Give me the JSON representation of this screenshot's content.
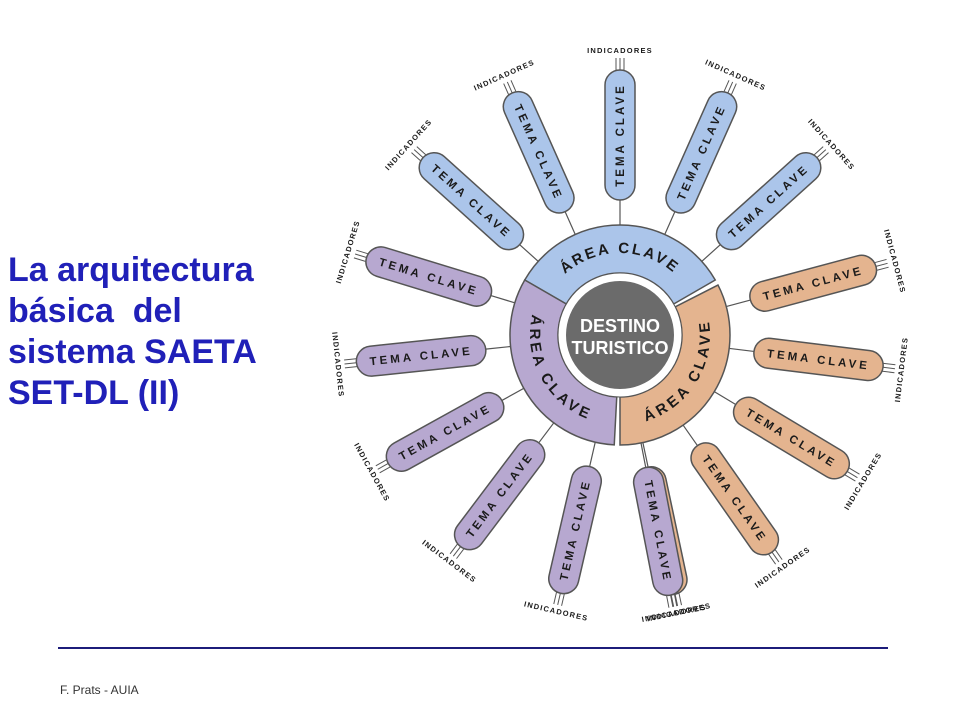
{
  "title_lines": [
    "La arquitectura",
    "básica  del",
    "sistema SAETA",
    "SET-DL (II)"
  ],
  "footer": "F. Prats - AUIA",
  "diagram": {
    "center_lines": [
      "DESTINO",
      "TURISTICO"
    ],
    "area_label": "ÁREA  CLAVE",
    "tema_label": "TEMA CLAVE",
    "indicator_label": "INDICADORES",
    "colors": {
      "blue_fill": "#abc5ea",
      "purple_fill": "#b7a8d0",
      "tan_fill": "#e4b48f",
      "center_fill": "#6b6b6b",
      "center_ring": "#ffffff",
      "stroke": "#555555",
      "text": "#1a1a1a",
      "title_color": "#2020b8"
    },
    "areas": [
      {
        "group": "blue",
        "temas": 5
      },
      {
        "group": "tan",
        "temas": 5
      },
      {
        "group": "purple",
        "temas": 6
      }
    ]
  }
}
